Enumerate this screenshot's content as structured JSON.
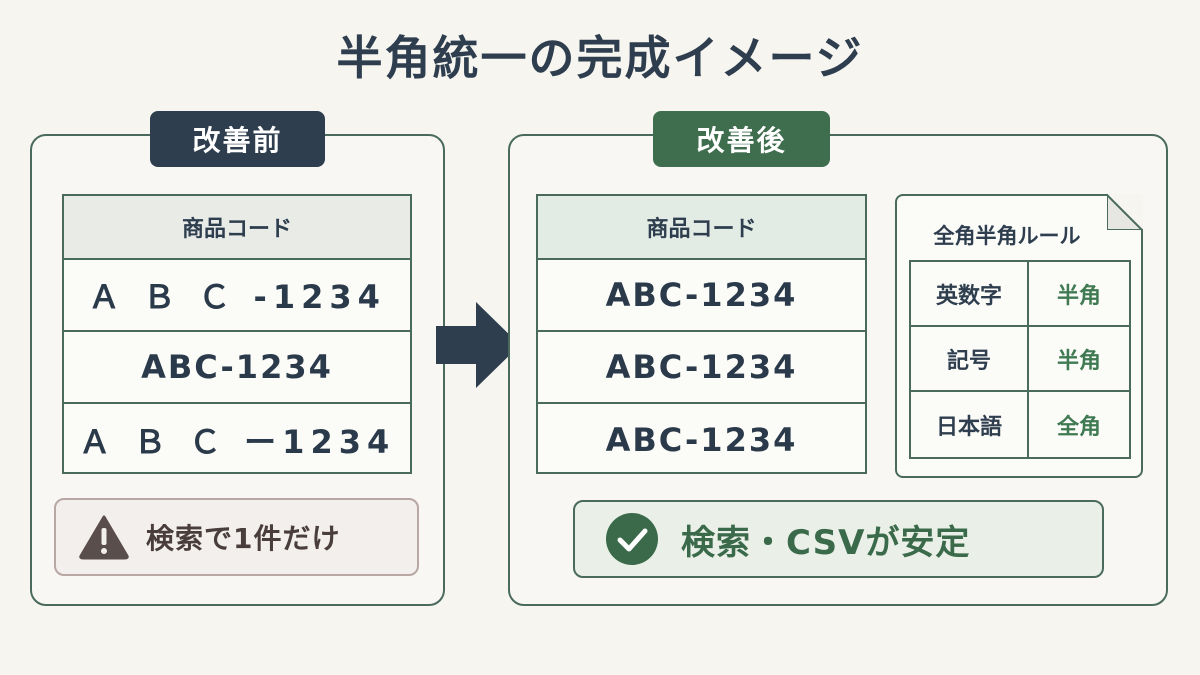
{
  "title": "半角統一の完成イメージ",
  "before": {
    "tag": "改善前",
    "table_header": "商品コード",
    "rows": [
      "Ａ Ｂ Ｃ -1234",
      "ABC-1234",
      "Ａ Ｂ Ｃ ー1234"
    ],
    "warning": "検索で1件だけ",
    "warning_icon": "warning-triangle-icon"
  },
  "after": {
    "tag": "改善後",
    "table_header": "商品コード",
    "rows": [
      "ABC-1234",
      "ABC-1234",
      "ABC-1234"
    ],
    "result": "検索・CSVが安定",
    "result_icon": "check-circle-icon"
  },
  "rules": {
    "title": "全角半角ルール",
    "items": [
      {
        "category": "英数字",
        "width": "半角"
      },
      {
        "category": "記号",
        "width": "半角"
      },
      {
        "category": "日本語",
        "width": "全角"
      }
    ]
  },
  "colors": {
    "navy": "#2e3e4e",
    "green": "#3f6e4f",
    "background": "#f6f5f0"
  }
}
